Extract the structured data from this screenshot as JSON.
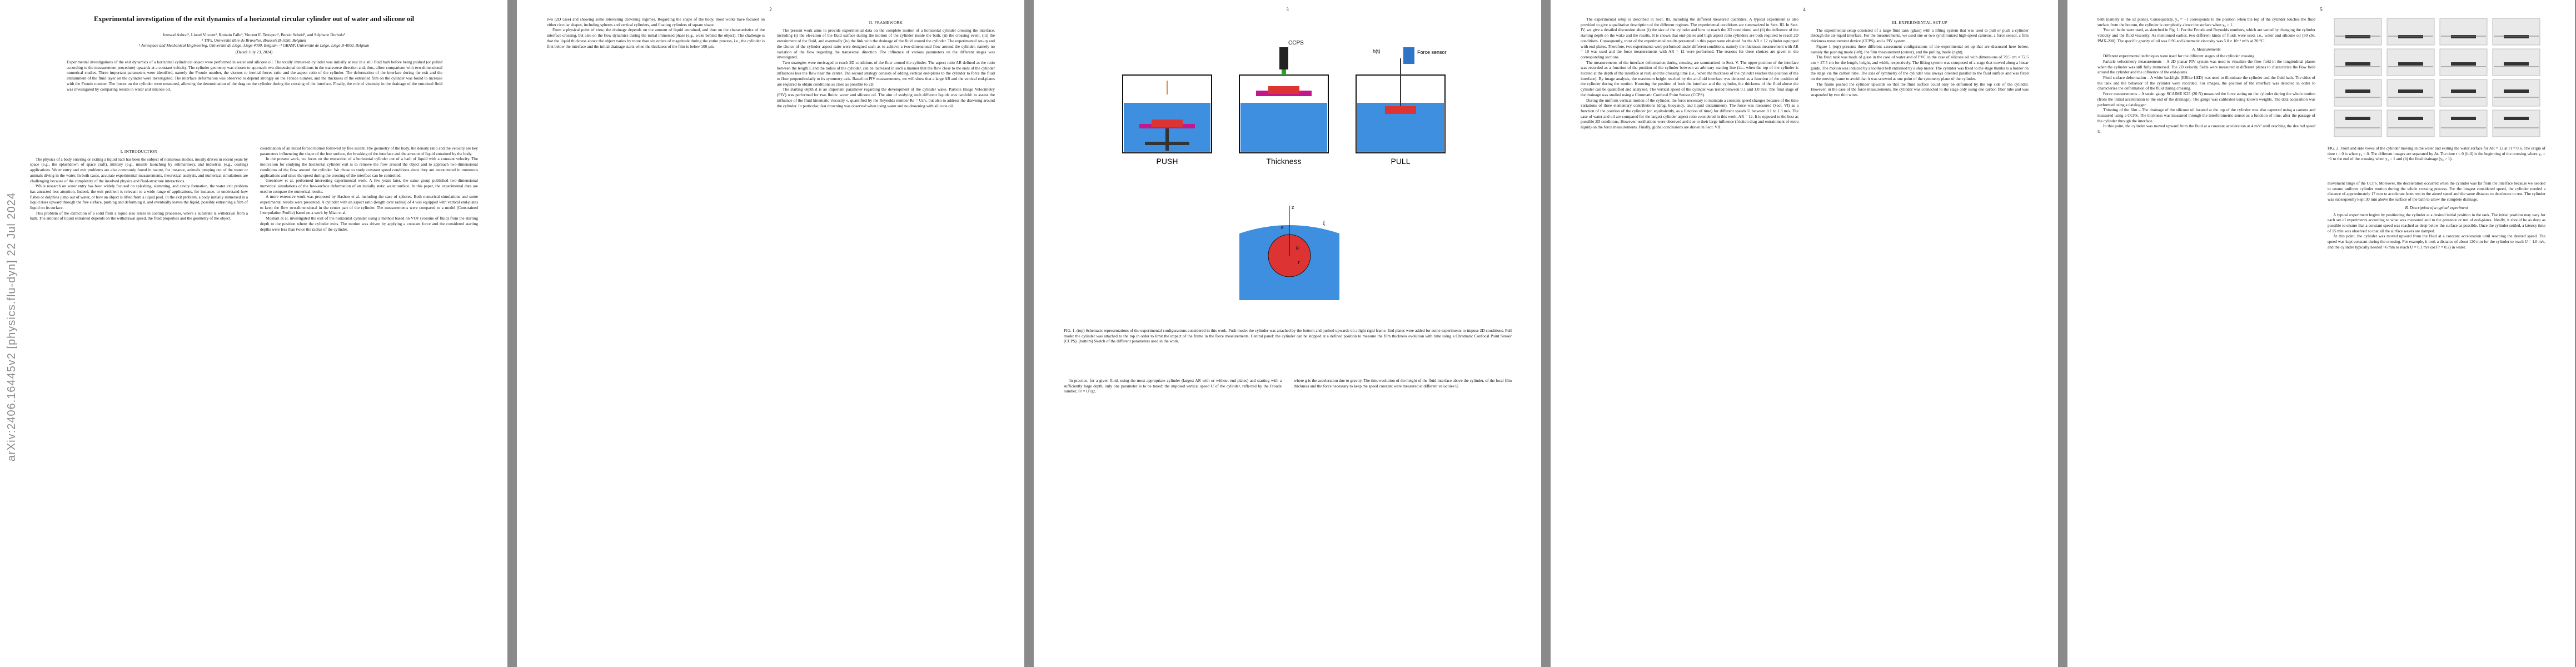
{
  "sidebar": {
    "arxiv_id": "arXiv:2406.16445v2  [physics.flu-dyn]  22 Jul 2024"
  },
  "colors": {
    "water": "#3f8fe0",
    "cylinder": "#d33",
    "sensor": "#2f74c9",
    "green": "#2e9b2e",
    "magenta": "#c2188b",
    "frame": "#111"
  },
  "page1": {
    "title": "Experimental investigation of the exit dynamics of a horizontal circular cylinder out of water and silicone oil",
    "authors": "Intesaaf Ashraf¹, Lionel Vincent², Romain Fallu³, Vincent E. Terrapon², Benoit Scheid¹, and Stéphane Dorbolo³",
    "affil1": "¹ TIPs, Université libre de Bruxelles, Brussels B-1050, Belgium",
    "affil2": "² Aerospace and Mechanical Engineering, Université de Liège, Liège 4000, Belgium · ³ GRASP, Université de Liège, Liège B-4000, Belgium",
    "date": "(Dated: July 23, 2024)",
    "abstract": "Experimental investigations of the exit dynamics of a horizontal cylindrical object were performed in water and silicone oil. The totally immersed cylinder was initially at rest in a still fluid bath before being pushed (or pulled according to the measurement procedure) upwards at a constant velocity. The cylinder geometry was chosen to approach two-dimensional conditions in the transverse direction and, thus, allow comparison with two-dimensional numerical studies. Three important parameters were identified, namely the Froude number, the viscous to inertial forces ratio and the aspect ratio of the cylinder. The deformation of the interface during the exit and the entrainment of the fluid layer on the cylinder were investigated. The interface deformation was observed to depend strongly on the Froude number, and the thickness of the entrained film on the cylinder was found to increase with the Froude number. The forces on the cylinder were measured, allowing the determination of the drag on the cylinder during the crossing of the interface. Finally, the role of viscosity in the drainage of the entrained fluid was investigated by comparing results in water and silicone oil.",
    "intro_head": "I.   INTRODUCTION",
    "intro_p1": "The physics of a body entering or exiting a liquid bath has been the subject of numerous studies, mostly driven in recent years by space (e.g., the splashdown of space craft), military (e.g., missile launching by submarines), and industrial (e.g., coating) applications. Water entry and exit problems are also commonly found in nature, for instance, animals jumping out of the water or animals diving in the water. In both cases, accurate experimental measurements, theoretical analysis, and numerical simulations are challenging because of the complexity of the involved physics and fluid-structure interactions.",
    "intro_p2": "While research on water entry has been widely focused on splashing, slamming, and cavity formation, the water exit problem has attracted less attention. Indeed, the exit problem is relevant to a wide range of applications, for instance, to understand how fishes or dolphins jump out of water, or how an object is lifted from a liquid pool. In the exit problem, a body initially immersed in a liquid rises upward through the free surface, pushing and deforming it, and eventually leaves the liquid, possibly entraining a film of liquid on its surface.",
    "intro_p3": "This problem of the extraction of a solid from a liquid also arises in coating processes, where a substrate is withdrawn from a bath. The amount of liquid entrained depends on the withdrawal speed, the fluid properties and the geometry of the object.",
    "col2_p1": "coordination of an initial forced motion followed by free ascent. The geometry of the body, the density ratio and the velocity are key parameters influencing the shape of the free surface, the breaking of the interface and the amount of liquid entrained by the body.",
    "col2_p2": "In the present work, we focus on the extraction of a horizontal cylinder out of a bath of liquid with a constant velocity. The motivation for studying the horizontal cylinder exit is to remove the flow around the object and to approach two-dimensional conditions of the flow around the cylinder. We chose to study constant speed conditions since they are encountered in numerous applications and since the speed during the crossing of the interface can be controlled.",
    "col2_p3": "Greenhow et al. performed interesting experimental work. A few years later, the same group published two-dimensional numerical simulations of the free-surface deformation of an initially static water surface. In this paper, the experimental data are used to compare the numerical results.",
    "col2_p4": "A more extensive work was proposed by Hashoo et al. including the case of spheres. Both numerical simulations and some experimental results were presented. A cylinder with an aspect ratio (length over radius) of 4 was equipped with vertical end-plates to keep the flow two-dimensional in the center part of the cylinder. The measurements were compared to a model (Constrained Interpolation Profile) based on a work by Miao et al.",
    "col2_p5": "Moshari et al. investigated the exit of the horizontal cylinder using a method based on VOF (volume of fluid) from the starting depth to the position where the cylinder exits. The motion was driven by applying a constant force and the considered starting depths were less than twice the radius of the cylinder."
  },
  "page2": {
    "p1": "two (2D case) and showing some interesting drowning regimes. Regarding the shape of the body, most works have focused on either circular shapes, including spheres and vertical cylinders, and floating cylinders of square shape.",
    "p2": "From a physical point of view, the drainage depends on the amount of liquid entrained, and thus on the characteristics of the interface crossing, but also on the flow dynamics during the initial immersed phase (e.g., wake behind the object). The challenge is that the liquid thickness above the object varies by more than six orders of magnitude during the entire process, i.e., the cylinder is first below the interface and the initial drainage starts when the thickness of the film is below 100 μm.",
    "sec2": "II.   FRAMEWORK",
    "p3": "The present work aims to provide experimental data on the complete motion of a horizontal cylinder crossing the interface, including (i) the elevation of the fluid surface during the motion of the cylinder inside the bath, (ii) the crossing event, (iii) the entrainment of the fluid, and eventually (iv) the link with the drainage of the fluid around the cylinder. The experimental set-up and the choice of the cylinder aspect ratio were designed such as to achieve a two-dimensional flow around the cylinder, namely no variation of the flow regarding the transversal direction. The influence of various parameters on the different stages was investigated.",
    "p4": "Two strategies were envisaged to reach 2D conditions of the flow around the cylinder. The aspect ratio AR defined as the ratio between the length L and the radius of the cylinder, can be increased in such a manner that the flow close to the ends of the cylinder influences less the flow near the center. The second strategy consists of adding vertical end-plates to the cylinder to force the fluid to flow perpendicularly to its symmetry axis. Based on PIV measurements, we will show that a large AR and the vertical end-plates are required to obtain conditions as close as possible to 2D.",
    "p5": "The starting depth d is an important parameter regarding the development of the cylinder wake. Particle Image Velocimetry (PIV) was performed for two fluids: water and silicone oil. The aim of studying such different liquids was twofold: to assess the influence of the fluid kinematic viscosity ν, quantified by the Reynolds number Re = Ur/ν, but also to address the drawning around the cylinder. In particular, fast drowning was observed when using water and no drowning with silicone oil."
  },
  "page3": {
    "labels": {
      "ccps": "CCPS",
      "force_sensor": "Force\nsensor",
      "push": "PUSH",
      "thickness": "Thickness",
      "pull": "PULL",
      "h": "h(t)",
      "z": "z",
      "xi": "ξ",
      "e": "e",
      "theta": "θ",
      "r": "r"
    },
    "caption": "FIG. 1. (top) Schematic representations of the experimental configurations considered in this work. Push mode: the cylinder was attached by the bottom and pushed upwards on a light rigid frame. End plates were added for some experiments to impose 2D conditions. Pull mode: the cylinder was attached to the top in order to limit the impact of the frame in the force measurements. Central panel: the cylinder can be stopped at a defined position to measure the film thickness evolution with time using a Chromatic Confocal Point Sensor (CCPS). (bottom) Sketch of the different parameters used in the work.",
    "col1": "In practice, for a given fluid, using the most appropriate cylinder (largest AR with or without end-plates) and starting with a sufficiently large depth, only one parameter is to be tuned: the imposed vertical speed U of the cylinder, reflected by the Froude number, Fr = U²/gr,",
    "col2": "where g is the acceleration due to gravity. The time evolution of the height of the fluid interface above the cylinder, of the local film thickness and the force necessary to keep the speed constant were measured at different velocities U."
  },
  "page4": {
    "c1p1": "The experimental setup is described in Sect. III, including the different measured quantities. A typical experiment is also provided to give a qualitative description of the different regimes. The experimental conditions are summarized in Sect. III. In Sect. IV, we give a detailed discussion about (i) the size of the cylinder and how to reach the 2D conditions, and (ii) the influence of the starting depth on the wake and the results. It is shown that end-plates and high aspect ratio cylinders are both required to reach 2D conditions. Consequently, most of the experimental results presented in this paper were obtained for the AR = 12 cylinder equipped with end-plates. Therefore, two experiments were performed under different conditions, namely the thickness measurement with AR = 10 was used and the force measurements with AR = 12 were performed. The reasons for these choices are given in the corresponding sections.",
    "c1p2": "The measurements of the interface deformation during crossing are summarized in Sect. V. The upper position of the interface was recorded as a function of the position of the cylinder between an arbitrary starting line (i.e., when the top of the cylinder is located at the depth of the interface at rest) and the crossing time (i.e., when the thickness of the cylinder reaches the position of the interface). By image analysis, the maximum height reached by the air-fluid interface was detected as a function of the position of the cylinder during the motion. Knowing the position of both the interface and the cylinder, the thickness of the fluid above the cylinder can be quantified and analyzed. The vertical speed of the cylinder was tested between 0.1 and 1.0 m/s. The final stage of the drainage was studied using a Chromatic Confocal Point Sensor (CCPS).",
    "c1p3": "During the uniform vertical motion of the cylinder, the force necessary to maintain a constant speed changes because of the time variations of three elementary contributions (drag, buoyancy, and liquid entrainment). The force was measured (Sect. VI) as a function of the position of the cylinder (or, equivalently, as a function of time) for different speeds U between 0.1 to 1.3 m/s. The case of water and oil are compared for the largest cylinder aspect ratio considered in this work, AR = 12. It is opposed to the best as possible 2D conditions. However, oscillations were observed and due to their large influence (friction drag and entrainment of extra liquid) on the force measurements. Finally, global conclusions are drawn in Sect. VII.",
    "sec3": "III.   EXPERIMENTAL SET-UP",
    "c2p1": "The experimental setup consisted of a large fluid tank (glass) with a lifting system that was used to pull or push a cylinder through the air-liquid interface. For the measurements, we used one or two synchronized high-speed cameras, a force sensor, a film thickness measurement device (CCPS), and a PIV system.",
    "c2p2": "Figure 1 (top) presents three different assessment configurations of the experimental set-up that are discussed here below, namely the pushing mode (left), the film measurement (center), and the pulling mode (right).",
    "c2p3": "The fluid tank was made of glass in the case of water and of PVC in the case of silicone oil with dimensions of 79.5 cm × 72.5 cm × 27.5 cm for the length, height, and width, respectively. The lifting system was composed of a stage that moved along a linear guide. The motion was induced by a toothed belt entrained by a step motor. The cylinder was fixed to the stage thanks to a holder on the stage via the carbon tube. The axis of symmetry of the cylinder was always oriented parallel to the fluid surface and was fixed on the moving frame to avoid that it was screwed at one point of the symmetry plane of the cylinder.",
    "c2p4": "The frame pushed the cylinder upwards so that the fluid surface could only be deformed by the top side of the cylinder. However, in the case of the force measurements, the cylinder was connected to the stage only using one carbon fiber tube and was suspended by two thin wires."
  },
  "page5": {
    "c1p1": "bath (namely in the xz plane). Consequently, y₀ = −1 corresponds to the position when the top of the cylinder touches the fluid surface from the bottom, the cylinder is completely above the surface when y₀ = 1.",
    "c1p2": "Two oil baths were used, as sketched in Fig. 1. For the Froude and Reynolds numbers, which are varied by changing the cylinder velocity and the fluid viscosity. As mentioned earlier, two different kinds of fluids were used, i.e., water and silicone oil (50 cSt, PMX-200). The specific gravity of oil was 0.96 and kinematic viscosity was 5.0 × 10⁻⁵ m²/s at 20 °C.",
    "sub_a": "A.   Measurements",
    "c1p3": "Different experimental techniques were used for the different stages of the cylinder crossing.",
    "c1p4": "Particle velocimetry measurements – A 2D planar PIV system was used to visualize the flow field in the longitudinal planes when the cylinder was still fully immersed. The 2D velocity fields were measured in different planes to characterize the flow field around the cylinder and the influence of the end-plates.",
    "c1p5": "Fluid surface deformation – A white backlight (ERlite LED) was used to illuminate the cylinder and the fluid bath. The sides of the tank and the behavior of the cylinder were recorded. For images, the position of the interface was detected in order to characterize the deformation of the fluid during crossing.",
    "c1p6": "Force measurements – A strain gauge SCAIME K25 (20 N) measured the force acting on the cylinder during the whole motion (from the initial acceleration to the end of the drainage). The gauge was calibrated using known weights. The data acquisition was performed using a datalogger.",
    "c1p7": "Thinning of the film – The drainage of the silicone oil located at the top of the cylinder was also captured using a camera and measured using a CCPS. The thickness was measured through the interferometric sensor as a function of time, after the passage of the cylinder through the interface.",
    "c1p8": "In this point, the cylinder was moved upward from the fluid at a constant acceleration at 4 m/s² until reaching the desired speed U.",
    "caption": "FIG. 2. Front and side views of the cylinder moving in the water and exiting the water surface for AR = 12 at Fr = 0.6. The origin of time t = 0 is when y₀ = 0. The different images are separated by Δt. The time t < 0 (full) is the beginning of the crossing where y₀ = −1 to the end of the crossing when y₀ = 1 and (b) the final drainage (y₀ > 1).",
    "c2p1": "movement range of the CCPS. Moreover, the deceleration occurred when the cylinder was far from the interface because we needed to ensure uniform cylinder motion during the whole crossing process. For the longest considered speed, the cylinder needed a distance of approximately 17 mm to accelerate from rest to the aimed speed and the same distance to decelerate to rest. The cylinder was subsequently kept 30 mm above the surface of the bath to allow the complete drainage.",
    "sub_b": "B.   Description of a typical experiment",
    "c2p2": "A typical experiment begins by positioning the cylinder at a desired initial position in the tank. The initial position may vary for each set of experiments according to what was measured and to the presence or not of end-plates. Ideally, it should be as deep as possible to ensure that a constant speed was reached as deep below the surface as possible. Once the cylinder settled, a latency time of 15 min was observed so that all the surface waves are damped.",
    "c2p3": "At this point, the cylinder was moved upward from the fluid at a constant acceleration until reaching the desired speed. The speed was kept constant during the crossing. For example, it took a distance of about 120 mm for the cylinder to reach U = 1.0 m/s, and the cylinder typically needed ~6 mm to reach U = 0.1 m/s (or Fr = 0.2) in water."
  }
}
